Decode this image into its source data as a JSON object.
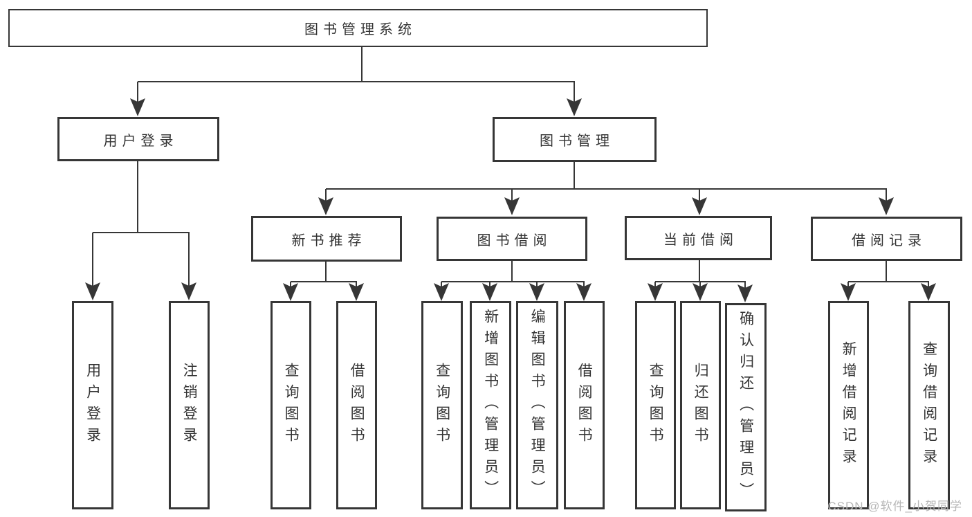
{
  "diagram": {
    "root": {
      "label": "图书管理系统"
    },
    "branches": [
      {
        "label": "用户登录",
        "children": [
          {
            "label": "用户登录"
          },
          {
            "label": "注销登录"
          }
        ]
      },
      {
        "label": "图书管理",
        "children": [
          {
            "label": "新书推荐",
            "children": [
              {
                "label": "查询图书"
              },
              {
                "label": "借阅图书"
              }
            ]
          },
          {
            "label": "图书借阅",
            "children": [
              {
                "label": "查询图书"
              },
              {
                "label": "新增图书（管理员）"
              },
              {
                "label": "编辑图书（管理员）"
              },
              {
                "label": "借阅图书"
              }
            ]
          },
          {
            "label": "当前借阅",
            "children": [
              {
                "label": "查询图书"
              },
              {
                "label": "归还图书"
              },
              {
                "label": "确认归还（管理员）"
              }
            ]
          },
          {
            "label": "借阅记录",
            "children": [
              {
                "label": "新增借阅记录"
              },
              {
                "label": "查询借阅记录"
              }
            ]
          }
        ]
      }
    ]
  },
  "watermark": {
    "text": "CSDN @软件_小贺同学"
  },
  "colors": {
    "line": "#363636",
    "text": "#333333",
    "watermark": "#b7b7b7",
    "background": "#ffffff"
  }
}
